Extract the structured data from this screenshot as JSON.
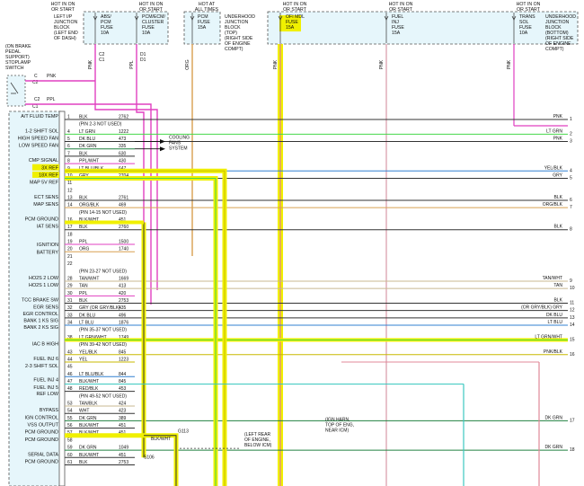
{
  "fuse_blocks": [
    {
      "hot": [
        "HOT IN ON",
        "OR START"
      ],
      "desc": [
        "LEFT I/P",
        "JUNCTION",
        "BLOCK",
        "(LEFT END",
        "OF DASH)"
      ]
    },
    {
      "hot": [],
      "desc": [
        "ABS/",
        "PCM",
        "FUSE",
        "10A"
      ]
    },
    {
      "hot": [
        "HOT IN ON",
        "OR START"
      ],
      "desc": [
        "PCM/ECM/",
        "CLUSTER",
        "FUSE",
        "10A"
      ]
    },
    {
      "hot": [
        "HOT AT",
        "ALL TIMES"
      ],
      "desc": [
        "PCM",
        "FUSE",
        "15A"
      ]
    },
    {
      "hot": [],
      "desc": [
        "UNDERHOOD",
        "JUNCTION",
        "BLOCK",
        "(TOP)",
        "(RIGHT SIDE",
        "OF ENGINE",
        "COMPT)"
      ]
    },
    {
      "hot": [
        "HOT IN ON",
        "OR START"
      ],
      "desc": [
        "OFI MDL",
        "FUSE",
        "15A"
      ]
    },
    {
      "hot": [
        "HOT IN ON",
        "OR START"
      ],
      "desc": [
        "FUEL",
        "INJ",
        "FUSE",
        "15A"
      ]
    },
    {
      "hot": [
        "HOT IN ON",
        "OR START"
      ],
      "desc": [
        "TRANS",
        "SOL",
        "FUSE",
        "10A"
      ]
    },
    {
      "hot": [],
      "desc": [
        "UNDERHOOD",
        "JUNCTION",
        "BLOCK",
        "(BOTTOM)",
        "(RIGHT SIDE",
        "OF ENGINE",
        "COMPT)"
      ]
    }
  ],
  "fuse_pins": [
    "C2",
    "D1",
    "D1",
    "C2"
  ],
  "vertical_wire_labels": [
    "PNK",
    "PPL",
    "ORG",
    "PNK",
    "PNK",
    "PNK"
  ],
  "switch": {
    "title": [
      "(ON BRAKE",
      "PEDAL",
      "SUPPORT)",
      "STOPLAMP",
      "SWITCH"
    ],
    "pins": [
      "C",
      "C2",
      "C1",
      "C2",
      "C1"
    ],
    "wires": [
      "PNK",
      "PPL"
    ]
  },
  "pcm_labels": [
    "A/T FLUID TEMP",
    "1-2 SHIFT SOL",
    "HIGH SPEED FAN",
    "LOW SPEED FAN",
    "CMP SIGNAL",
    "3X REF",
    "18X REF",
    "MAP 5V REF",
    "ECT SENS",
    "MAP SENS",
    "PCM GROUND",
    "IAT SENS",
    "IGNITION",
    "BATTERY",
    "HO2S 2 LOW",
    "HO2S 1 LOW",
    "TCC BRAKE SW",
    "EGR SENS",
    "EGR CONTROL",
    "BANK 1 KS SIG",
    "BANK 2 KS SIG",
    "IAC B HIGH",
    "FUEL INJ 6",
    "2-3 SHIFT SOL",
    "FUEL INJ 4",
    "FUEL INJ 5",
    "REF LOW",
    "BYPASS",
    "IGN CONTROL",
    "VSS OUTPUT",
    "PCM GROUND",
    "PCM GROUND",
    "SERIAL DATA",
    "PCM GROUND"
  ],
  "wires": [
    {
      "pin": "1",
      "color": "BLK",
      "circuit": "2762",
      "right": "PNK",
      "num": "1"
    },
    {
      "pin": "",
      "color": "(PIN 2-3 NOT USED)",
      "circuit": "",
      "right": "",
      "num": ""
    },
    {
      "pin": "4",
      "color": "LT GRN",
      "circuit": "1222",
      "right": "LT GRN",
      "num": "2"
    },
    {
      "pin": "5",
      "color": "DK BLU",
      "circuit": "473",
      "right": "PNK",
      "num": "3"
    },
    {
      "pin": "6",
      "color": "DK GRN",
      "circuit": "335",
      "right": "",
      "num": ""
    },
    {
      "pin": "7",
      "color": "BLK",
      "circuit": "630",
      "right": "",
      "num": ""
    },
    {
      "pin": "8",
      "color": "PPL/WHT",
      "circuit": "430",
      "right": "",
      "num": ""
    },
    {
      "pin": "9",
      "color": "LT BLU/BLK",
      "circuit": "647",
      "right": "YEL/BLK",
      "num": "4"
    },
    {
      "pin": "10",
      "color": "GRY",
      "circuit": "2704",
      "right": "GRY",
      "num": "5"
    },
    {
      "pin": "11",
      "color": "",
      "circuit": "",
      "right": "",
      "num": ""
    },
    {
      "pin": "12",
      "color": "",
      "circuit": "",
      "right": "",
      "num": ""
    },
    {
      "pin": "13",
      "color": "BLK",
      "circuit": "2761",
      "right": "BLK",
      "num": "6"
    },
    {
      "pin": "14",
      "color": "ORG/BLK",
      "circuit": "469",
      "right": "ORG/BLK",
      "num": "7"
    },
    {
      "pin": "",
      "color": "(PIN 14-15 NOT USED)",
      "circuit": "",
      "right": "",
      "num": ""
    },
    {
      "pin": "16",
      "color": "BLK/WHT",
      "circuit": "451",
      "right": "",
      "num": ""
    },
    {
      "pin": "17",
      "color": "BLK",
      "circuit": "2760",
      "right": "BLK",
      "num": "8"
    },
    {
      "pin": "18",
      "color": "",
      "circuit": "",
      "right": "",
      "num": ""
    },
    {
      "pin": "19",
      "color": "PPL",
      "circuit": "1500",
      "right": "",
      "num": ""
    },
    {
      "pin": "20",
      "color": "ORG",
      "circuit": "1740",
      "right": "",
      "num": ""
    },
    {
      "pin": "21",
      "color": "",
      "circuit": "",
      "right": "",
      "num": ""
    },
    {
      "pin": "22",
      "color": "",
      "circuit": "",
      "right": "",
      "num": ""
    },
    {
      "pin": "",
      "color": "(PIN 23-27 NOT USED)",
      "circuit": "",
      "right": "",
      "num": ""
    },
    {
      "pin": "28",
      "color": "TAN/WHT",
      "circuit": "1669",
      "right": "TAN/WHT",
      "num": "9"
    },
    {
      "pin": "29",
      "color": "TAN",
      "circuit": "413",
      "right": "TAN",
      "num": "10"
    },
    {
      "pin": "30",
      "color": "PPL",
      "circuit": "420",
      "right": "",
      "num": ""
    },
    {
      "pin": "31",
      "color": "BLK",
      "circuit": "2753",
      "right": "BLK",
      "num": "11"
    },
    {
      "pin": "32",
      "color": "GRY (OR GRY/BLK)",
      "circuit": "435",
      "right": "(OR GRY/BLK) GRY",
      "num": "12"
    },
    {
      "pin": "33",
      "color": "DK BLU",
      "circuit": "496",
      "right": "DK BLU",
      "num": "13"
    },
    {
      "pin": "34",
      "color": "LT BLU",
      "circuit": "1876",
      "right": "LT BLU",
      "num": "14"
    },
    {
      "pin": "",
      "color": "(PIN 35-37 NOT USED)",
      "circuit": "",
      "right": "",
      "num": ""
    },
    {
      "pin": "38",
      "color": "LT GRN/WHT",
      "circuit": "1749",
      "right": "LT GRN/WHT",
      "num": "15"
    },
    {
      "pin": "",
      "color": "(PIN 39-42 NOT USED)",
      "circuit": "",
      "right": "",
      "num": ""
    },
    {
      "pin": "43",
      "color": "YEL/BLK",
      "circuit": "845",
      "right": "PNK/BLK",
      "num": "16"
    },
    {
      "pin": "44",
      "color": "YEL",
      "circuit": "1223",
      "right": "",
      "num": ""
    },
    {
      "pin": "45",
      "color": "",
      "circuit": "",
      "right": "",
      "num": ""
    },
    {
      "pin": "46",
      "color": "LT BLU/BLK",
      "circuit": "844",
      "right": "",
      "num": ""
    },
    {
      "pin": "47",
      "color": "BLK/WHT",
      "circuit": "845",
      "right": "",
      "num": ""
    },
    {
      "pin": "48",
      "color": "RED/BLK",
      "circuit": "453",
      "right": "",
      "num": ""
    },
    {
      "pin": "",
      "color": "(PIN 49-52 NOT USED)",
      "circuit": "",
      "right": "",
      "num": ""
    },
    {
      "pin": "53",
      "color": "TAN/BLK",
      "circuit": "424",
      "right": "",
      "num": ""
    },
    {
      "pin": "54",
      "color": "WHT",
      "circuit": "423",
      "right": "",
      "num": ""
    },
    {
      "pin": "55",
      "color": "DK GRN",
      "circuit": "389",
      "right": "DK GRN",
      "num": "17"
    },
    {
      "pin": "56",
      "color": "BLK/WHT",
      "circuit": "451",
      "right": "",
      "num": ""
    },
    {
      "pin": "57",
      "color": "BLK/WHT",
      "circuit": "451",
      "right": "",
      "num": ""
    },
    {
      "pin": "58",
      "color": "",
      "circuit": "",
      "right": "",
      "num": ""
    },
    {
      "pin": "59",
      "color": "DK GRN",
      "circuit": "1049",
      "right": "DK GRN",
      "num": "18"
    },
    {
      "pin": "60",
      "color": "BLK/WHT",
      "circuit": "451",
      "right": "",
      "num": ""
    },
    {
      "pin": "61",
      "color": "BLK",
      "circuit": "2753",
      "right": "",
      "num": ""
    }
  ],
  "cooling_note": [
    "COOLING",
    "FANS",
    "SYSTEM"
  ],
  "ground": {
    "wire": "BLK/WHT",
    "ids": [
      "G113",
      "S106"
    ],
    "location": [
      "(LEFT REAR",
      "OF ENGINE,",
      "BELOW ICM)"
    ]
  },
  "ign_note": [
    "(IGN HARN,",
    "TOP OF ENG,",
    "NEAR ICM)"
  ],
  "colors": {
    "pink": "#e040c0",
    "green": "#46d84a",
    "orange": "#d8a050",
    "highlight": "#f0f000",
    "teal": "#3cc8c0",
    "blue_fill": "#e6f6fb"
  }
}
